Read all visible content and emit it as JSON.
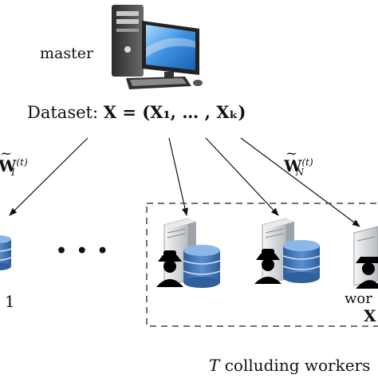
{
  "master": {
    "label": "master"
  },
  "dataset": {
    "prefix": "Dataset: ",
    "expr": "X = (X₁, … , Xₖ)"
  },
  "edges": [
    {
      "label_base": "W",
      "superscript": "(t)",
      "subscript": "1"
    },
    {
      "label_base": "W",
      "superscript": "(t)",
      "subscript": "N"
    }
  ],
  "ellipsis": "• • •",
  "workers": {
    "first_index": "1",
    "partial_label": "wor",
    "group_caption_var": "T",
    "group_caption": " colluding workers",
    "partial_symbol": "X"
  },
  "colors": {
    "dash": "#444444",
    "db_top": "#6d9dd1",
    "db_body": "#3f73b3",
    "server": "#d9dbde",
    "monitor": "#3d8fe0"
  },
  "icons": [
    "desktop-computer-icon",
    "server-icon",
    "database-icon",
    "spy-icon"
  ]
}
